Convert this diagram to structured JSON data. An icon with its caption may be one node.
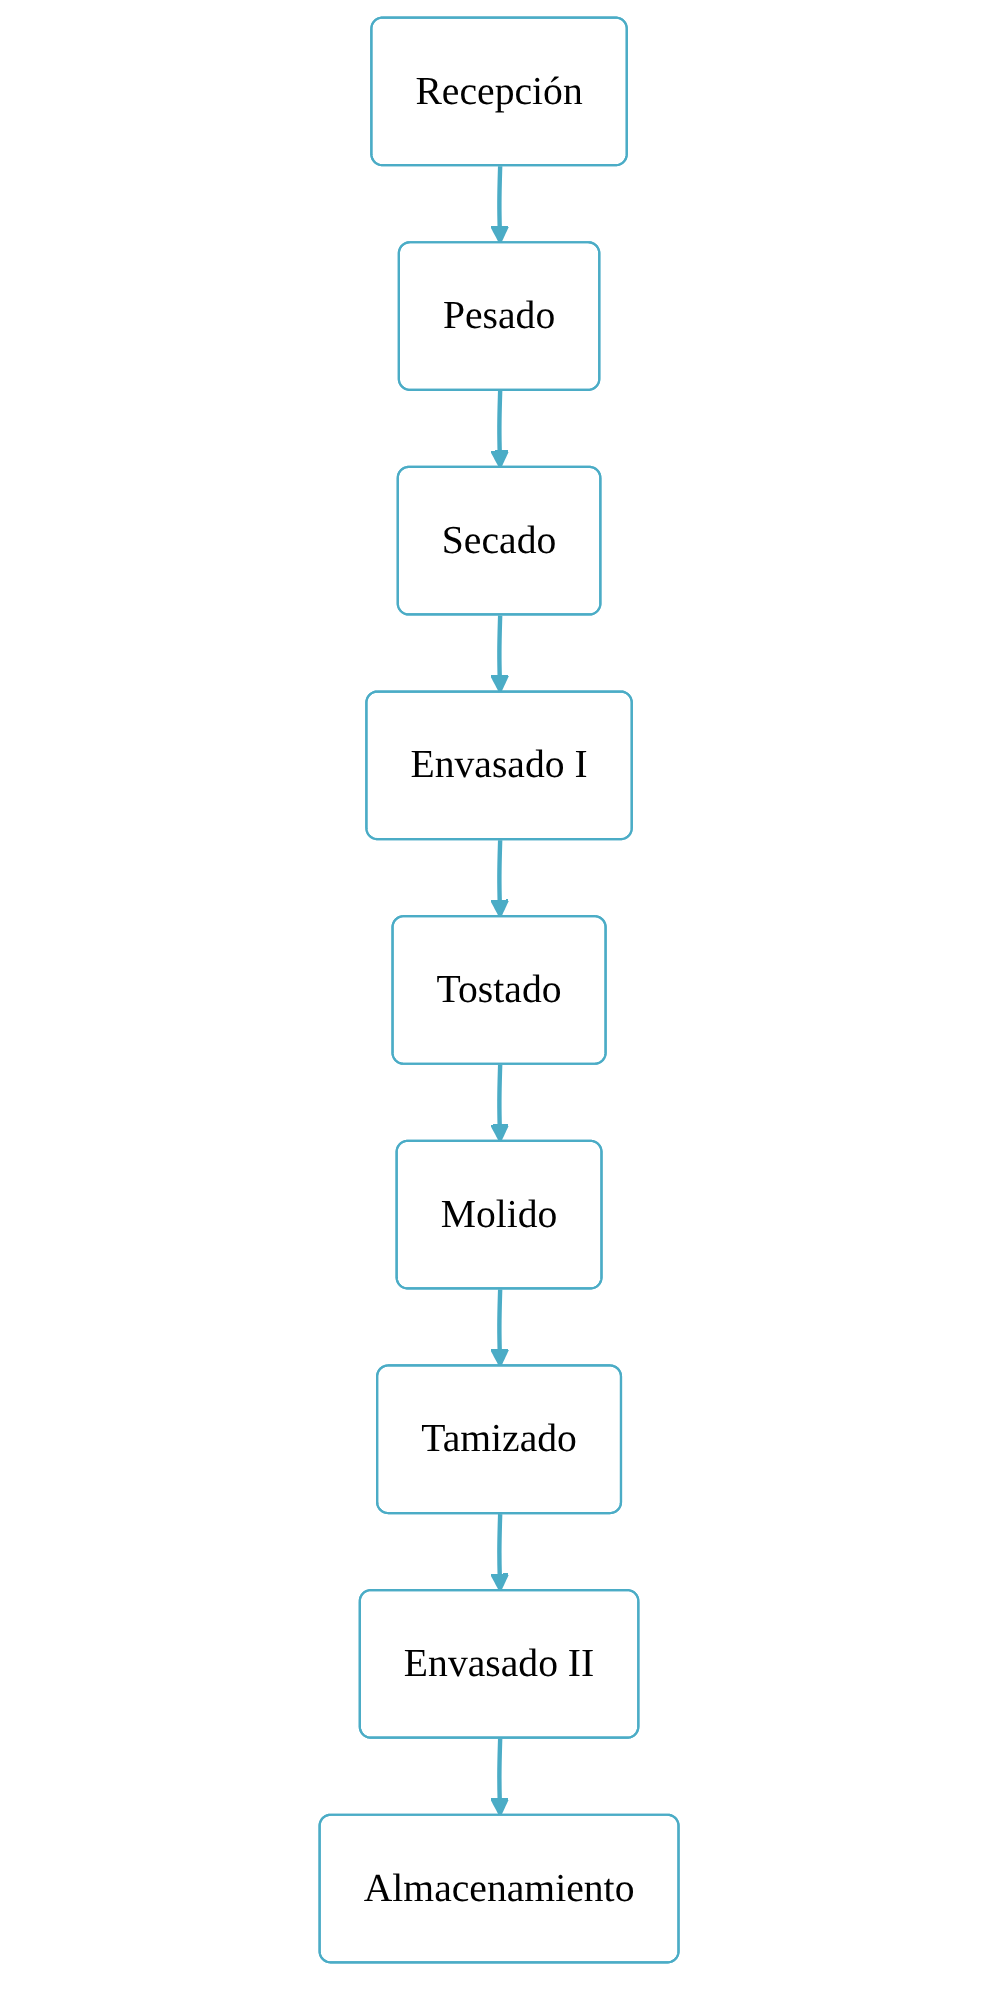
{
  "diagram": {
    "nodes": [
      {
        "text": [
          "Recepción"
        ]
      },
      {
        "text": [
          "Pesado"
        ]
      },
      {
        "text": [
          "Secado"
        ]
      },
      {
        "text": [
          "Envasado I"
        ]
      },
      {
        "text": [
          "Tostado"
        ]
      },
      {
        "text": [
          "Molido"
        ]
      },
      {
        "text": [
          "Tamizado"
        ]
      },
      {
        "text": [
          "Envasado II"
        ]
      },
      {
        "text": [
          "Almacenamiento"
        ]
      }
    ],
    "edges": [
      {
        "from": 0,
        "to": 1,
        "arrow": "to"
      },
      {
        "from": 1,
        "to": 2,
        "arrow": "to"
      },
      {
        "from": 2,
        "to": 3,
        "arrow": "to"
      },
      {
        "from": 3,
        "to": 4,
        "arrow": "to"
      },
      {
        "from": 4,
        "to": 5,
        "arrow": "to"
      },
      {
        "from": 5,
        "to": 6,
        "arrow": "to"
      },
      {
        "from": 6,
        "to": 7,
        "arrow": "to"
      },
      {
        "from": 7,
        "to": 8,
        "arrow": "to"
      }
    ]
  }
}
